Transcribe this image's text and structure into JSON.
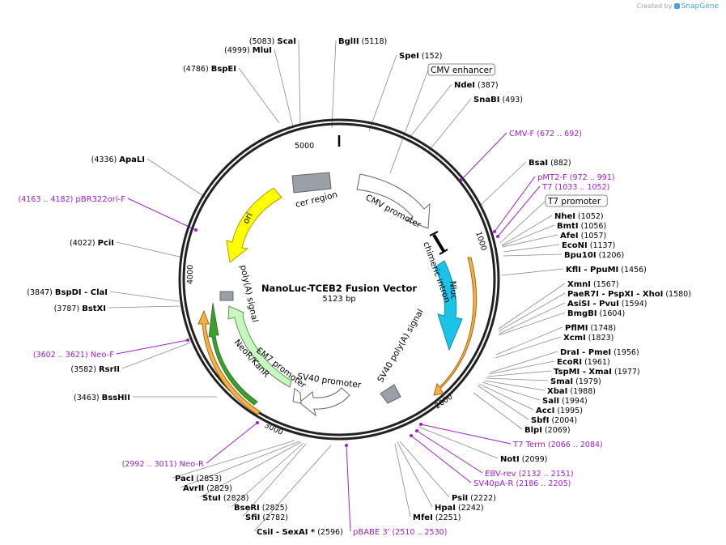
{
  "credit": {
    "prefix": "Created by",
    "brand": "SnapGene"
  },
  "title": "NanoLuc-TCEB2 Fusion Vector",
  "size": "5123 bp",
  "colors": {
    "primer": "#a020c8",
    "cmv_promoter": "#ffffff",
    "ori": "#ffff00",
    "nluc": "#1cc3e8",
    "neor": "#c9f5c2",
    "orange_orf": "#f5b04a",
    "green_orf": "#3b9e2e",
    "signal_box": "#9aa0a8"
  },
  "ticks": [
    "1000",
    "2000",
    "3000",
    "4000",
    "5000"
  ],
  "features": [
    {
      "label": "cer region",
      "type": "region"
    },
    {
      "label": "CMV promoter",
      "type": "promoter"
    },
    {
      "label": "chimeric intron",
      "type": "intron"
    },
    {
      "label": "Nluc",
      "type": "orf"
    },
    {
      "label": "SV40 poly(A) signal",
      "type": "terminator"
    },
    {
      "label": "SV40 promoter",
      "type": "promoter"
    },
    {
      "label": "EM7 promoter",
      "type": "promoter"
    },
    {
      "label": "NeoR/KanR",
      "type": "orf"
    },
    {
      "label": "poly(A) signal",
      "type": "terminator"
    },
    {
      "label": "ori",
      "type": "rep_origin"
    }
  ],
  "sites": [
    {
      "name": "BglII",
      "pos": "(5118)"
    },
    {
      "name": "SpeI",
      "pos": "(152)"
    },
    {
      "name": "CMV enhancer",
      "pos": "",
      "boxed": true
    },
    {
      "name": "NdeI",
      "pos": "(387)"
    },
    {
      "name": "SnaBI",
      "pos": "(493)"
    },
    {
      "name": "CMV-F",
      "pos": "(672 .. 692)",
      "primer": true
    },
    {
      "name": "BsaI",
      "pos": "(882)"
    },
    {
      "name": "pMT2-F",
      "pos": "(972 .. 991)",
      "primer": true
    },
    {
      "name": "T7",
      "pos": "(1033 .. 1052)",
      "primer": true
    },
    {
      "name": "T7 promoter",
      "pos": "",
      "boxed": true
    },
    {
      "name": "NheI",
      "pos": "(1052)"
    },
    {
      "name": "BmtI",
      "pos": "(1056)"
    },
    {
      "name": "AfeI",
      "pos": "(1057)"
    },
    {
      "name": "EcoNI",
      "pos": "(1137)"
    },
    {
      "name": "Bpu10I",
      "pos": "(1206)"
    },
    {
      "name": "KflI - PpuMI",
      "pos": "(1456)"
    },
    {
      "name": "XmnI",
      "pos": "(1567)"
    },
    {
      "name": "PaeR7I - PspXI - XhoI",
      "pos": "(1580)"
    },
    {
      "name": "AsiSI - PvuI",
      "pos": "(1594)"
    },
    {
      "name": "BmgBI",
      "pos": "(1604)"
    },
    {
      "name": "PflMI",
      "pos": "(1748)"
    },
    {
      "name": "XcmI",
      "pos": "(1823)"
    },
    {
      "name": "DraI - PmeI",
      "pos": "(1956)"
    },
    {
      "name": "EcoRI",
      "pos": "(1961)"
    },
    {
      "name": "TspMI - XmaI",
      "pos": "(1977)"
    },
    {
      "name": "SmaI",
      "pos": "(1979)"
    },
    {
      "name": "XbaI",
      "pos": "(1988)"
    },
    {
      "name": "SalI",
      "pos": "(1994)"
    },
    {
      "name": "AccI",
      "pos": "(1995)"
    },
    {
      "name": "SbfI",
      "pos": "(2004)"
    },
    {
      "name": "BlpI",
      "pos": "(2069)"
    },
    {
      "name": "T7 Term",
      "pos": "(2066 .. 2084)",
      "primer": true
    },
    {
      "name": "NotI",
      "pos": "(2099)"
    },
    {
      "name": "EBV-rev",
      "pos": "(2132 .. 2151)",
      "primer": true
    },
    {
      "name": "SV40pA-R",
      "pos": "(2186 .. 2205)",
      "primer": true
    },
    {
      "name": "PsiI",
      "pos": "(2222)"
    },
    {
      "name": "HpaI",
      "pos": "(2242)"
    },
    {
      "name": "MfeI",
      "pos": "(2251)"
    },
    {
      "name": "pBABE 3'",
      "pos": "(2510 .. 2530)",
      "primer": true
    },
    {
      "name": "CsiI - SexAI *",
      "pos": "(2596)"
    },
    {
      "name": "SfiI",
      "pos": "(2782)"
    },
    {
      "name": "BseRI",
      "pos": "(2825)"
    },
    {
      "name": "StuI",
      "pos": "(2828)"
    },
    {
      "name": "AvrII",
      "pos": "(2829)"
    },
    {
      "name": "PacI",
      "pos": "(2853)"
    },
    {
      "name": "Neo-R",
      "pos": "(2992 .. 3011)",
      "primer": true
    },
    {
      "name": "BssHII",
      "pos": "(3463)"
    },
    {
      "name": "RsrII",
      "pos": "(3582)"
    },
    {
      "name": "Neo-F",
      "pos": "(3602 .. 3621)",
      "primer": true
    },
    {
      "name": "BstXI",
      "pos": "(3787)"
    },
    {
      "name": "BspDI - ClaI",
      "pos": "(3847)"
    },
    {
      "name": "PciI",
      "pos": "(4022)"
    },
    {
      "name": "pBR322ori-F",
      "pos": "(4163 .. 4182)",
      "primer": true
    },
    {
      "name": "ApaLI",
      "pos": "(4336)"
    },
    {
      "name": "BspEI",
      "pos": "(4786)"
    },
    {
      "name": "MluI",
      "pos": "(4999)"
    },
    {
      "name": "ScaI",
      "pos": "(5083)"
    }
  ]
}
